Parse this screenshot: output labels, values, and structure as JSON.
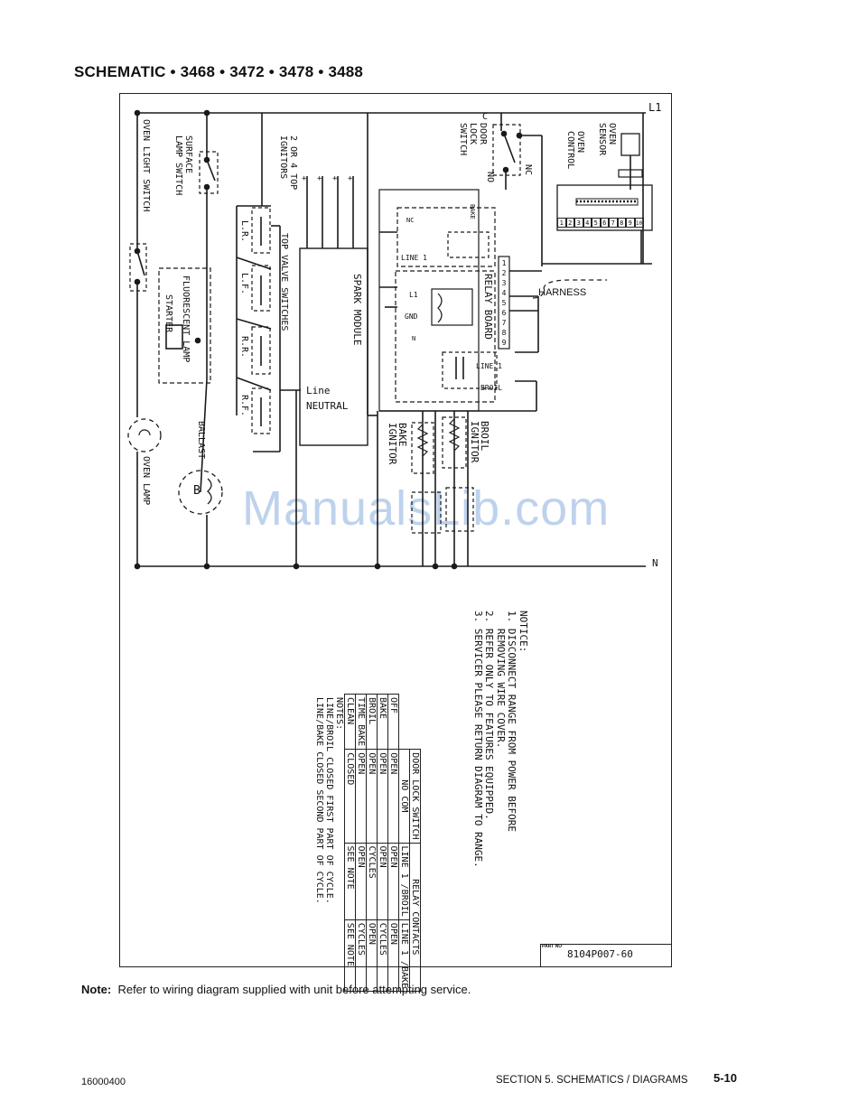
{
  "title": "SCHEMATIC • 3468 • 3472 • 3478 • 3488",
  "watermark": "ManualsLib.com",
  "schematic": {
    "line_l1": "L1",
    "line_n": "N",
    "labels": {
      "oven_light_switch": "OVEN LIGHT SWITCH",
      "surface_lamp_switch_1": "SURFACE",
      "surface_lamp_switch_2": "LAMP SWITCH",
      "fluorescent_lamp": "FLUORESCENT LAMP",
      "starter": "STARTER",
      "ballast": "BALLAST",
      "ballast_symbol": "B",
      "oven_lamp": "OVEN LAMP",
      "ignitors_1": "2 OR 4 TOP",
      "ignitors_2": "IGNITORS",
      "top_valve_switches": "TOP VALVE SWITCHES",
      "valve_lr": "L.R.",
      "valve_lf": "L.F.",
      "valve_rr": "R.R.",
      "valve_rf": "R.F.",
      "spark_module": "SPARK MODULE",
      "line": "Line",
      "neutral": "NEUTRAL",
      "door_lock_switch_1": "DOOR",
      "door_lock_switch_2": "LOCK",
      "door_lock_switch_3": "SWITCH",
      "c": "C",
      "nc": "NC",
      "no": "NO",
      "oven_sensor_1": "OVEN",
      "oven_sensor_2": "SENSOR",
      "oven_control_1": "OVEN",
      "oven_control_2": "CONTROL",
      "harness": "HARNESS",
      "relay_board": "RELAY BOARD",
      "relay_nc": "NC",
      "relay_bake": "BAKE",
      "relay_line1": "LINE 1",
      "relay_l1": "L1",
      "relay_gnd": "GND",
      "relay_n": "N",
      "relay_line1_b": "LINE 1",
      "relay_broil": "BROIL",
      "bake_ignitor_1": "BAKE",
      "bake_ignitor_2": "IGNITOR",
      "broil_ignitor_1": "BROIL",
      "broil_ignitor_2": "IGNITOR"
    },
    "control_terminals": [
      "1",
      "2",
      "3",
      "4",
      "5",
      "6",
      "7",
      "8",
      "9",
      "10"
    ],
    "relay_terminals": [
      "1",
      "2",
      "3",
      "4",
      "5",
      "6",
      "7",
      "8",
      "9"
    ]
  },
  "notice": {
    "heading": "NOTICE:",
    "items": [
      "1. DISCONNECT RANGE FROM POWER BEFORE",
      "   REMOVING WIRE COVER.",
      "2. REFER ONLY TO FEATURES EQUIPPED.",
      "3. SERVICER PLEASE RETURN DIAGRAM TO RANGE."
    ]
  },
  "state_table": {
    "group_door": "DOOR LOCK SWITCH",
    "group_relay": "RELAY CONTACTS",
    "col_door": "NO COM",
    "col_broil": "LINE 1 /BROIL",
    "col_bake": "LINE 1 /BAKE",
    "rows": [
      {
        "mode": "OFF",
        "door": "OPEN",
        "broil": "OPEN",
        "bake": "OPEN"
      },
      {
        "mode": "BAKE",
        "door": "OPEN",
        "broil": "OPEN",
        "bake": "CYCLES"
      },
      {
        "mode": "BROIL",
        "door": "OPEN",
        "broil": "CYCLES",
        "bake": "OPEN"
      },
      {
        "mode": "TIME BAKE",
        "door": "OPEN",
        "broil": "OPEN",
        "bake": "CYCLES"
      },
      {
        "mode": "CLEAN",
        "door": "CLOSED",
        "broil": "SEE NOTE",
        "bake": "SEE NOTE"
      }
    ],
    "notes_heading": "NOTES:",
    "notes": [
      "LINE/BROIL CLOSED FIRST PART OF CYCLE.",
      "LINE/BAKE CLOSED SECOND PART OF CYCLE."
    ]
  },
  "part": {
    "label": "PART NO",
    "number": "8104P007-60"
  },
  "footer": {
    "note_label": "Note:",
    "note_text": "Refer to wiring diagram supplied with unit before attempting service.",
    "doc_number": "16000400",
    "section": "SECTION 5. SCHEMATICS / DIAGRAMS",
    "page": "5-10"
  }
}
